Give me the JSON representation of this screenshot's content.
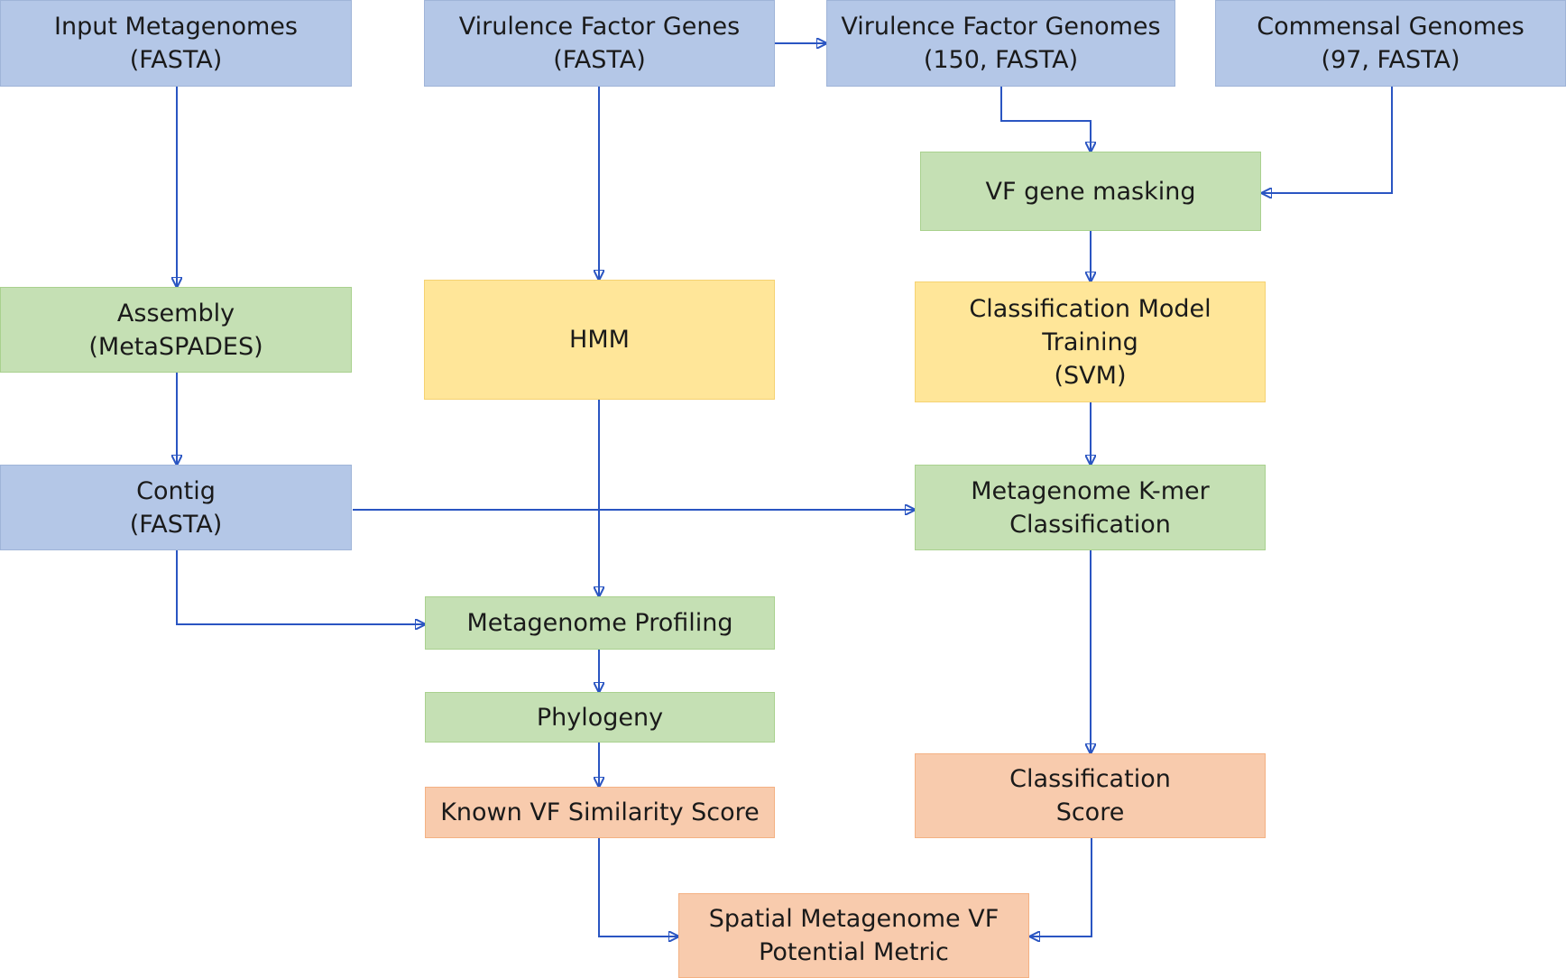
{
  "nodes": {
    "input_metagenomes": [
      "Input Metagenomes",
      "(FASTA)"
    ],
    "vf_genes": [
      "Virulence Factor Genes",
      "(FASTA)"
    ],
    "vf_genomes": [
      "Virulence Factor Genomes",
      "(150, FASTA)"
    ],
    "commensal_genomes": [
      "Commensal Genomes",
      "(97, FASTA)"
    ],
    "vf_gene_masking": [
      "VF gene masking"
    ],
    "assembly": [
      "Assembly",
      "(MetaSPADES)"
    ],
    "hmm": [
      "HMM"
    ],
    "classification_training": [
      "Classification Model",
      "Training",
      "(SVM)"
    ],
    "contig": [
      "Contig",
      "(FASTA)"
    ],
    "kmer_classification": [
      "Metagenome K-mer",
      "Classification"
    ],
    "metagenome_profiling": [
      "Metagenome Profiling"
    ],
    "phylogeny": [
      "Phylogeny"
    ],
    "known_vf_similarity": [
      "Known VF Similarity Score"
    ],
    "classification_score": [
      "Classification",
      "Score"
    ],
    "spatial_metric": [
      "Spatial Metagenome VF",
      "Potential Metric"
    ]
  },
  "edges": [
    [
      "vf_genes",
      "vf_genomes"
    ],
    [
      "vf_genomes",
      "vf_gene_masking"
    ],
    [
      "commensal_genomes",
      "vf_gene_masking"
    ],
    [
      "input_metagenomes",
      "assembly"
    ],
    [
      "vf_genes",
      "hmm"
    ],
    [
      "vf_gene_masking",
      "classification_training"
    ],
    [
      "assembly",
      "contig"
    ],
    [
      "contig",
      "kmer_classification"
    ],
    [
      "classification_training",
      "kmer_classification"
    ],
    [
      "hmm",
      "metagenome_profiling"
    ],
    [
      "contig",
      "metagenome_profiling"
    ],
    [
      "metagenome_profiling",
      "phylogeny"
    ],
    [
      "phylogeny",
      "known_vf_similarity"
    ],
    [
      "kmer_classification",
      "classification_score"
    ],
    [
      "known_vf_similarity",
      "spatial_metric"
    ],
    [
      "classification_score",
      "spatial_metric"
    ]
  ],
  "colors": {
    "input": "#b4c7e7",
    "process": "#c5e0b4",
    "model": "#ffe699",
    "score": "#f8cbad",
    "arrow": "#2a55c2"
  }
}
